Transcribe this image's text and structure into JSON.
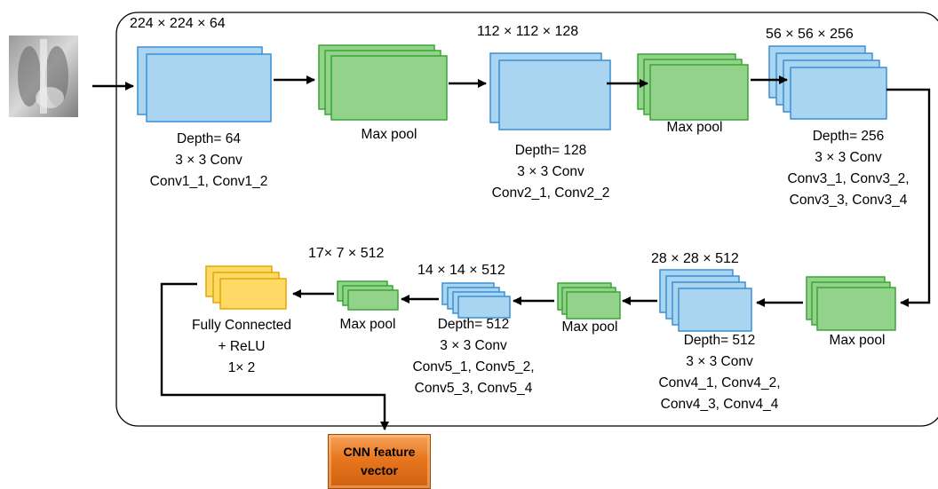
{
  "colors": {
    "conv_fill": "#a9d5f0",
    "conv_stroke": "#3a8fd6",
    "pool_fill": "#92d28a",
    "pool_stroke": "#3aa635",
    "fc_fill": "#ffd966",
    "fc_stroke": "#e0a800",
    "output_fill": "#e8761e"
  },
  "input_icon": "chest-xray-image",
  "dims": {
    "block1": "224 × 224 × 64",
    "block2": "112 × 112 × 128",
    "block3": "56 × 56 × 256",
    "block4": "28 × 28 × 512",
    "block5": "14 × 14 × 512",
    "pool5": "17× 7 × 512"
  },
  "blocks": [
    {
      "depth": "Depth= 64",
      "kernel": "3 × 3 Conv",
      "layers": [
        "Conv1_1, Conv1_2"
      ]
    },
    {
      "depth": "Depth= 128",
      "kernel": "3 × 3 Conv",
      "layers": [
        "Conv2_1, Conv2_2"
      ]
    },
    {
      "depth": "Depth= 256",
      "kernel": "3 × 3 Conv",
      "layers": [
        "Conv3_1, Conv3_2,",
        "Conv3_3, Conv3_4"
      ]
    },
    {
      "depth": "Depth= 512",
      "kernel": "3 × 3 Conv",
      "layers": [
        "Conv4_1, Conv4_2,",
        "Conv4_3, Conv4_4"
      ]
    },
    {
      "depth": "Depth= 512",
      "kernel": "3 × 3 Conv",
      "layers": [
        "Conv5_1, Conv5_2,",
        "Conv5_3, Conv5_4"
      ]
    }
  ],
  "pool_label": "Max pool",
  "fc": {
    "line1": "Fully Connected",
    "line2": "+ ReLU",
    "line3": "1× 2"
  },
  "output": {
    "line1": "CNN feature",
    "line2": "vector"
  }
}
